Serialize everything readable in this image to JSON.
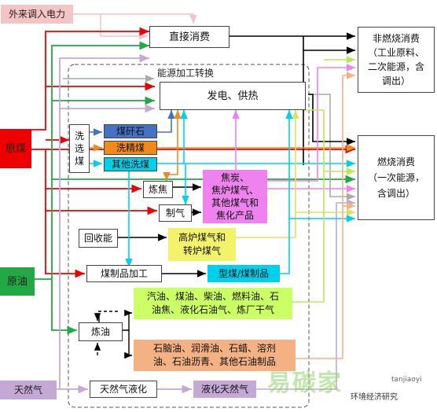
{
  "nodes": {
    "external_power": "外来调入电力",
    "raw_coal": "原煤",
    "crude_oil": "原油",
    "natural_gas": "天然气",
    "direct_consumption": "直接消费",
    "conversion_region_label": "能源加工转换",
    "power_heat": "发电、供热",
    "washing": "洗\n选\n煤",
    "coal_slime": "煤矸石",
    "cleaned_coal": "洗精煤",
    "other_washed": "其他洗煤",
    "coking": "炼焦",
    "coking_products": "焦炭、\n焦炉煤气、\n其他煤气和\n焦化产品",
    "gas_making": "制气",
    "recovery": "回收能",
    "bf_gas": "高炉煤气和\n转炉煤气",
    "coal_products_processing": "煤制品加工",
    "briquette": "型煤/煤制品",
    "refining": "炼油",
    "refined_fuels": "汽油、煤油、柴油、燃料油、石\n油焦、液化石油气、炼厂干气",
    "refined_products": "石脑油、润滑油、石蜡、溶剂\n油、石油沥青、其他石油制品",
    "gas_liquefaction": "天然气液化",
    "lng": "液化天然气",
    "non_combustion": "非燃烧消费\n（工业原料、\n二次能源，含\n调出）",
    "combustion": "燃烧消费\n（一次能源，\n含调出）"
  },
  "watermark": {
    "brand": "易碳家",
    "site": "tanjiaoyi",
    "account": "环境经济研究"
  },
  "colors": {
    "red": "#ef0000",
    "green": "#22a845",
    "pink": "#f5c4c4",
    "blue": "#4472c4",
    "orange": "#f08a1c",
    "cyan": "#00d0ec",
    "magenta": "#ee82ee",
    "yellow": "#f3f36b",
    "lime": "#ccff66",
    "peach": "#f4b183",
    "lavender": "#c4a8d6",
    "gray": "#aaaaaa",
    "black": "#000000"
  }
}
